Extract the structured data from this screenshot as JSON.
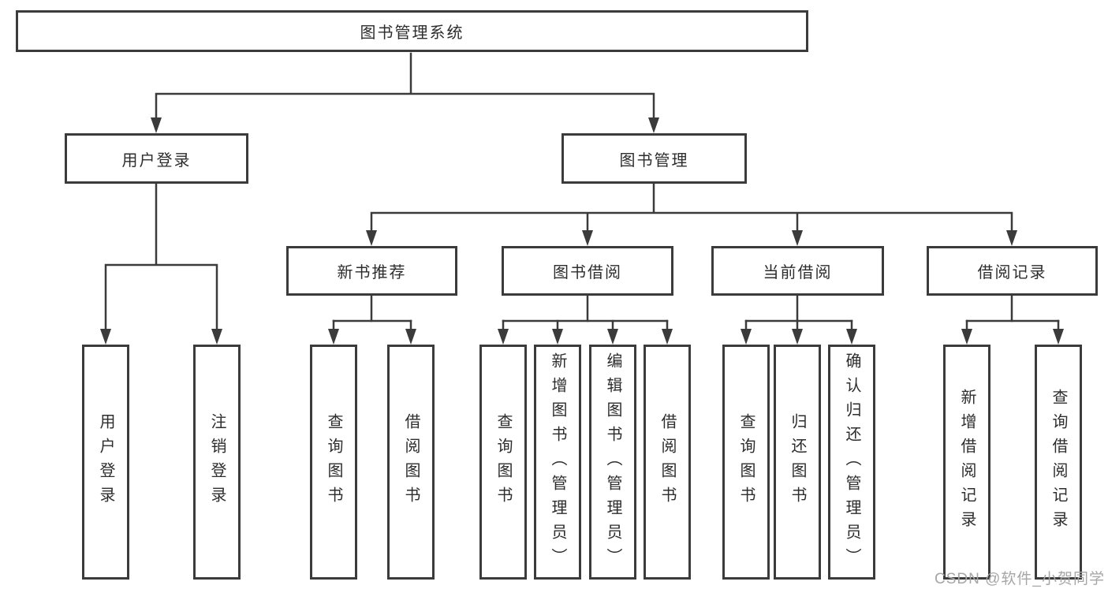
{
  "colors": {
    "line": "#3b3b3b",
    "text": "#2d2d2d",
    "watermark_text": "#a6a6a6",
    "background": "#ffffff"
  },
  "root": {
    "label": "图书管理系统"
  },
  "branches": {
    "user": {
      "label": "用户登录",
      "children": [
        "用户登录",
        "注销登录"
      ]
    },
    "book": {
      "label": "图书管理",
      "sections": {
        "recommend": {
          "label": "新书推荐",
          "children": [
            "查询图书",
            "借阅图书"
          ]
        },
        "borrow": {
          "label": "图书借阅",
          "children": [
            "查询图书",
            "新增图书（管理员）",
            "编辑图书（管理员）",
            "借阅图书"
          ]
        },
        "current": {
          "label": "当前借阅",
          "children": [
            "查询图书",
            "归还图书",
            "确认归还（管理员）"
          ]
        },
        "records": {
          "label": "借阅记录",
          "children": [
            "新增借阅记录",
            "查询借阅记录"
          ]
        }
      }
    }
  },
  "watermark": "CSDN @软件_小贺同学"
}
